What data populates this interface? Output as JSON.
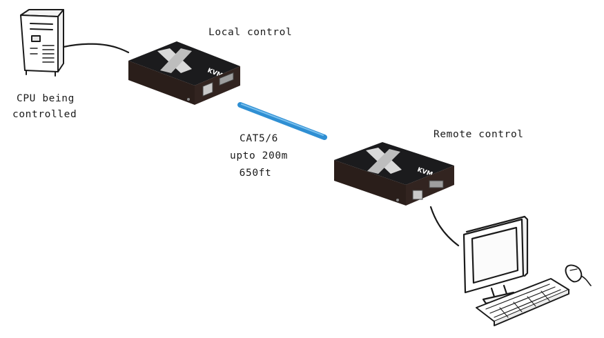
{
  "labels": {
    "local_control": "Local control",
    "cpu_line1": "CPU being",
    "cpu_line2": "controlled",
    "cable_line1": "CAT5/6",
    "cable_line2": "upto 200m",
    "cable_line3": "650ft",
    "remote_control": "Remote control"
  },
  "device_branding": "KVM",
  "colors": {
    "cable": "#2f8fd3",
    "device_top": "#1b1b1d",
    "device_front": "#2a1e1a",
    "ink": "#1a1a1a"
  },
  "icons": [
    "pc-tower-icon",
    "kvm-extender-local-icon",
    "cat5-cable-icon",
    "kvm-extender-remote-icon",
    "monitor-icon",
    "keyboard-icon",
    "mouse-icon"
  ]
}
